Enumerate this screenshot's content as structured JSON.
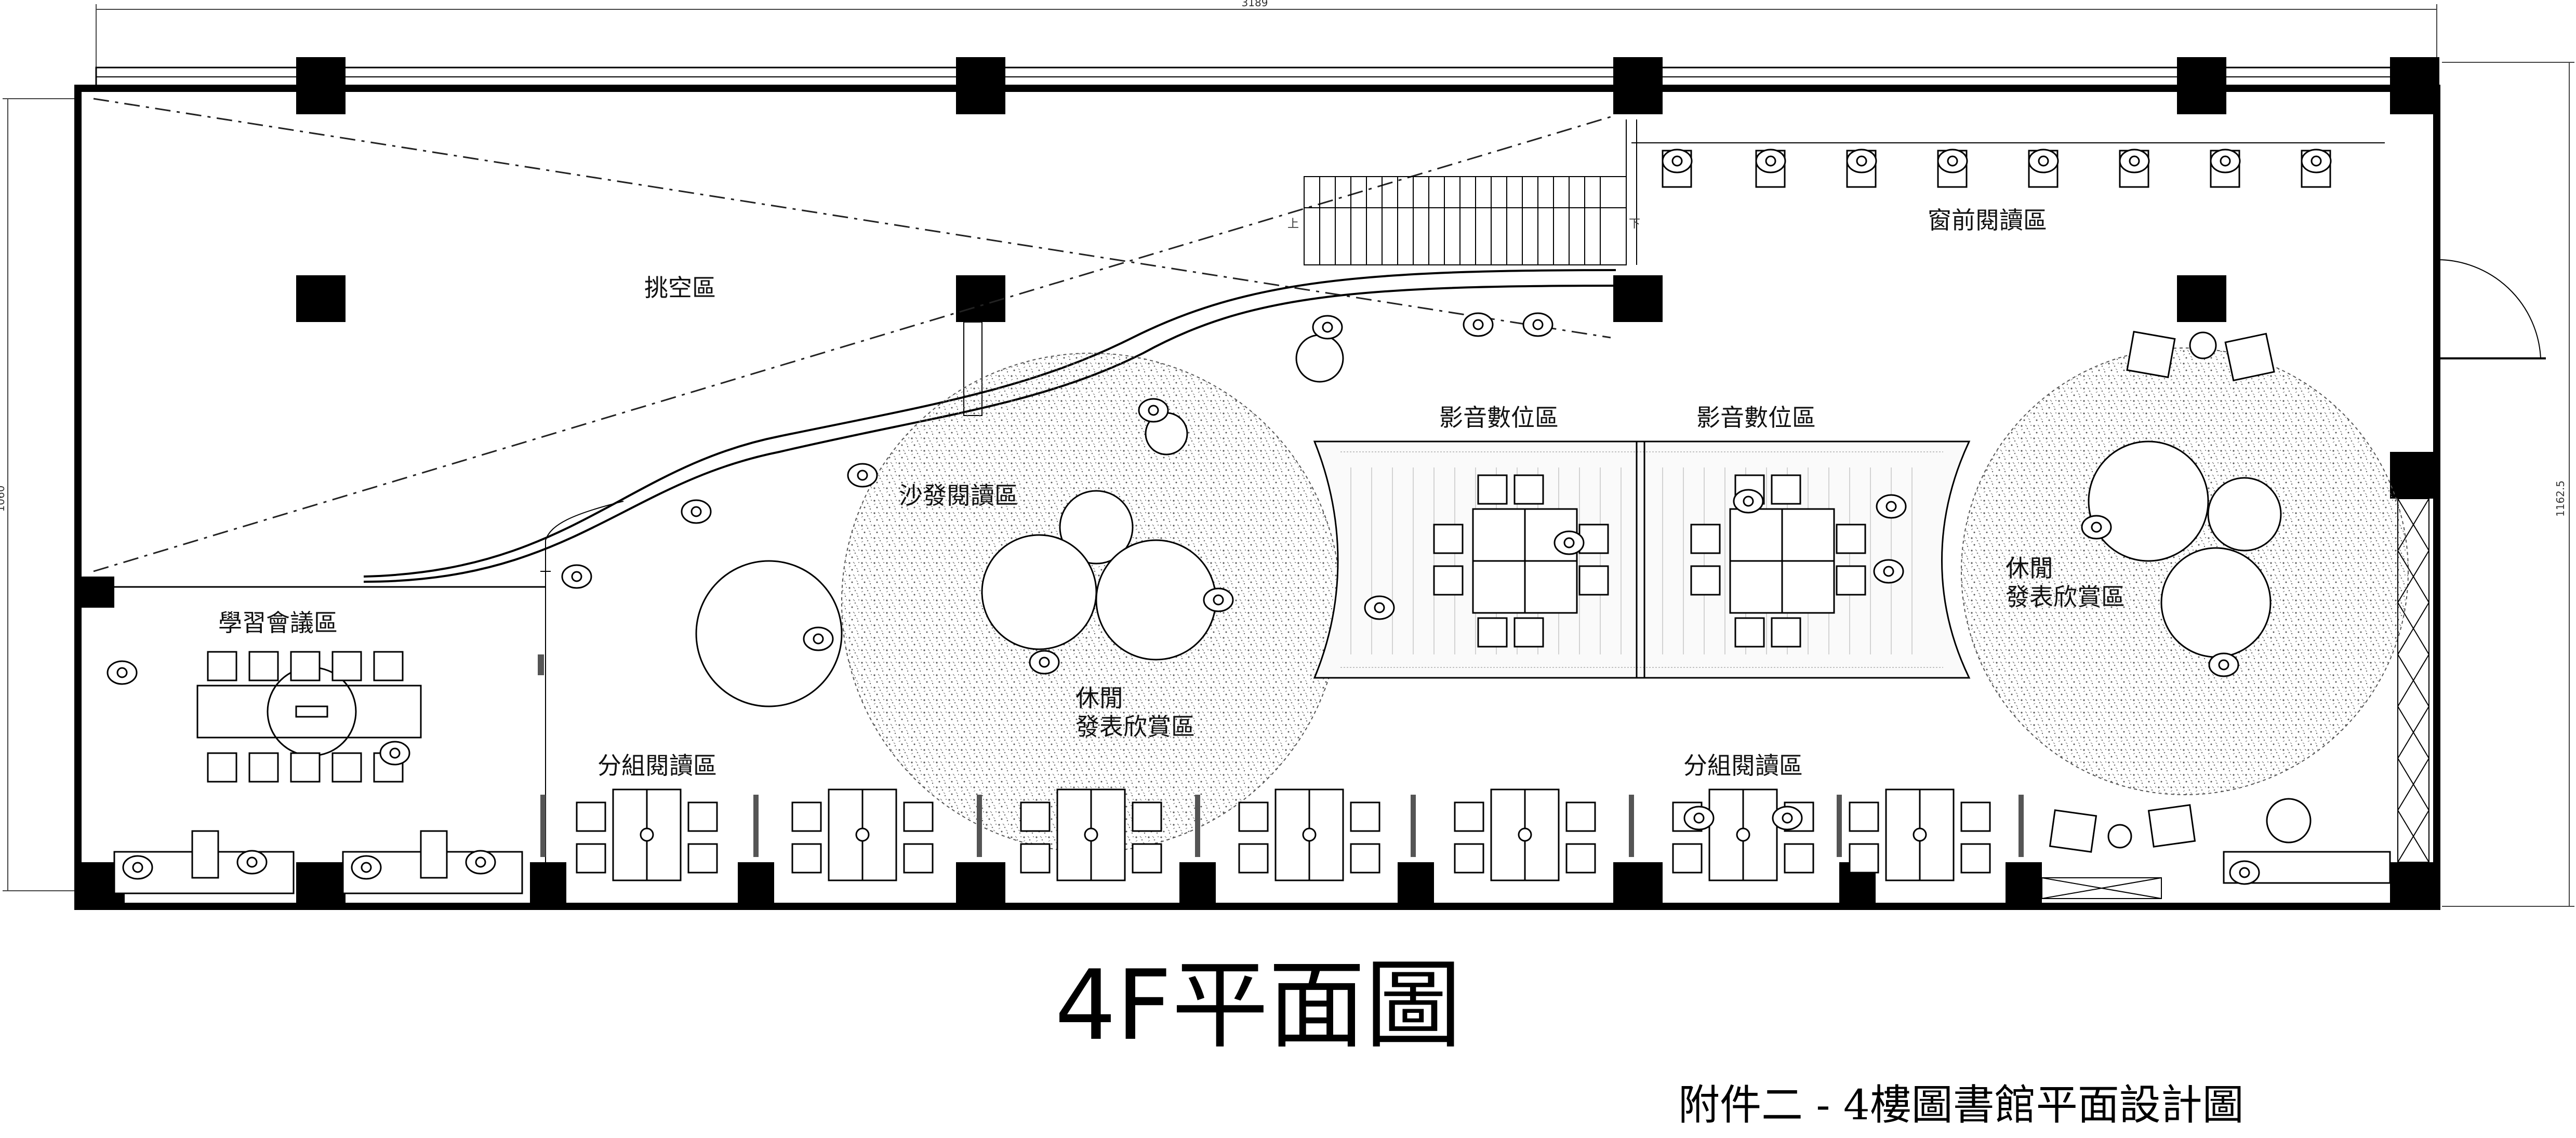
{
  "dimensions": {
    "overall_width": "3189",
    "overall_height": "1060",
    "right_height": "1162.5"
  },
  "zones": {
    "atrium": "挑空區",
    "window_reading": "窗前閱讀區",
    "av_digital_1": "影音數位區",
    "av_digital_2": "影音數位區",
    "sofa_reading": "沙發閱讀區",
    "meeting": "學習會議區",
    "leisure_center_1": "休閒",
    "leisure_center_2": "發表欣賞區",
    "leisure_right_1": "休閒",
    "leisure_right_2": "發表欣賞區",
    "group_reading_left": "分組閱讀區",
    "group_reading_right": "分組閱讀區"
  },
  "stair": {
    "up": "上",
    "down": "下"
  },
  "title": "4F平面圖",
  "subtitle": "附件二 -  4樓圖書館平面設計圖"
}
